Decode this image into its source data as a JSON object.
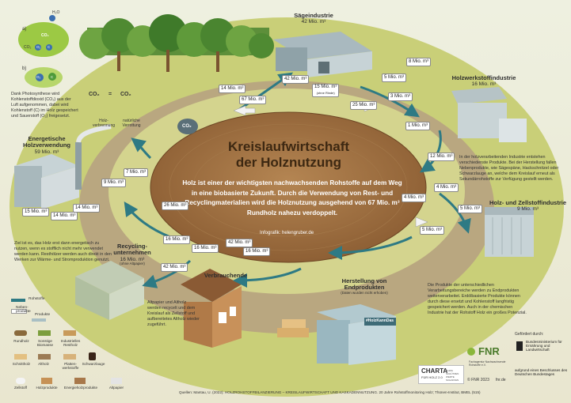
{
  "colors": {
    "arrow": "#2e7a84",
    "center": "#9b6c3e",
    "ring": "#b9a780",
    "grass": "#c9cf78"
  },
  "title": {
    "line1": "Kreislaufwirtschaft",
    "line2": "der Holznutzung"
  },
  "body": {
    "text": "Holz ist einer der wichtigsten nachwachsenden Rohstoffe auf dem Weg in eine biobasierte Zukunft. Durch die Verwendung von Rest- und Recyclingmaterialien wird die Holznutzung ausgehend von 67 Mio. m³ Rundholz nahezu verdoppelt."
  },
  "credit": "Infografik: helengruber.de",
  "photosynthesis": {
    "note": "Dank Photosynthese wird Kohlenstoffdioxid (CO₂) aus der Luft aufgenommen, dabei wird Kohlenstoff (C) im Holz gespeichert und Sauerstoff (O₂) freigesetzt.",
    "label_a": "a)",
    "label_b": "b)",
    "h2o": "H₂O",
    "co2": "CO₂",
    "o2": "O₂",
    "c": "C",
    "formula_left": "CO₂",
    "formula_eq": "=",
    "formula_right": "CO₂",
    "burn": "Holz-verbrennung",
    "rot": "natürliche Verrottung",
    "co2_center": "CO₂"
  },
  "nodes": {
    "saege": {
      "name": "Sägeindustrie",
      "value": "42 Mio. m³"
    },
    "holzwerkstoff": {
      "name": "Holzwerkstoffindustrie",
      "value": "16 Mio. m³"
    },
    "zellstoff": {
      "name": "Holz- und Zellstoffindustrie",
      "value": "9 Mio. m³"
    },
    "endprodukte": {
      "name": "Herstellung von Endprodukten",
      "note": "(Daten wurden nicht erhoben)"
    },
    "verbraucher": {
      "name": "Verbrauchende"
    },
    "recycling": {
      "name": "Recycling-unternehmen",
      "value": "16 Mio. m³",
      "note": "(ohne Altpapier)"
    },
    "energie": {
      "name": "Energetische Holzverwendung",
      "value": "59 Mio. m³"
    }
  },
  "descriptions": {
    "holzwerkstoff": "In der holzverarbeitenden Industrie entstehen verschiedenste Produkte. Bei der Herstellung fallen Nebenprodukte, wie Sägespäne, Hackschnitzel oder Schwarzlauge an, welche dem Kreislauf erneut als Sekundärrohstoffe zur Verfügung gestellt werden.",
    "endprodukte": "Die Produkte der unterschiedlichen Verarbeitungsbereiche werden zu Endprodukten weiterverarbeitet. Erdölbasierte Produkte können durch diese ersetzt und Kohlenstoff langfristig gespeichert werden. Auch in der chemischen Industrie hat der Rohstoff Holz ein großes Potenzial.",
    "energie": "Ziel ist es, das Holz erst dann energetisch zu nutzen, wenn es stofflich nicht mehr verwendet werden kann. Resthölzer werden auch direkt in den Werken zur Wärme- und Stromproduktion genutzt.",
    "recycling": "Altpapier und Altholz werden recycelt und dem Kreislauf als Zellstoff und aufbereitetes Altholz wieder zugeführt."
  },
  "flows": [
    {
      "value": "14 Mio. m³",
      "note": ""
    },
    {
      "value": "67 Mio. m³",
      "note": ""
    },
    {
      "value": "42 Mio. m³",
      "note": ""
    },
    {
      "value": "15 Mio. m³",
      "note": "(ohne Rinde)"
    },
    {
      "value": "5 Mio. m³",
      "note": ""
    },
    {
      "value": "8 Mio. m³",
      "note": ""
    },
    {
      "value": "25 Mio. m³",
      "note": ""
    },
    {
      "value": "3 Mio. m³",
      "note": ""
    },
    {
      "value": "1 Mio. m³",
      "note": ""
    },
    {
      "value": "12 Mio. m³",
      "note": ""
    },
    {
      "value": "4 Mio. m³",
      "note": ""
    },
    {
      "value": "4 Mio. m³",
      "note": ""
    },
    {
      "value": "5 Mio. m³",
      "note": ""
    },
    {
      "value": "5 Mio. m³",
      "note": ""
    },
    {
      "value": "7 Mio. m³",
      "note": ""
    },
    {
      "value": "9 Mio. m³",
      "note": ""
    },
    {
      "value": "14 Mio. m³",
      "note": ""
    },
    {
      "value": "15 Mio. m³",
      "note": ""
    },
    {
      "value": "14 Mio. m³",
      "note": ""
    },
    {
      "value": "16 Mio. m³",
      "note": ""
    },
    {
      "value": "26 Mio. m³",
      "note": ""
    },
    {
      "value": "16 Mio. m³",
      "note": ""
    },
    {
      "value": "42 Mio. m³",
      "note": ""
    },
    {
      "value": "16 Mio. m³",
      "note": ""
    },
    {
      "value": "42 Mio. m³",
      "note": ""
    }
  ],
  "legend": {
    "items": [
      "Rohstoffe",
      "Neben-produkte",
      "Produkte",
      "Rundholz",
      "Sonstige Biomasse",
      "Industrielles Restholz",
      "Schnittholz",
      "Altholz",
      "Platten-werkstoffe",
      "Schwarzlauge",
      "Zellstoff",
      "Holzprodukte",
      "Energieholzprodukte",
      "Altpapier"
    ]
  },
  "footer": {
    "source": "Quellen: Mantau, U. (2022): HOLZROHSTOFFBILANZIERUNG – KREISLAUFWIRTSCHAFT UND KASKADENNUTZUNG. 20 Jahre Rohstoffmonitoring Holz; Thünen-Institut, BMEL (515)",
    "fnr": "FNR",
    "fnr_sub": "Fachagentur Nachwachsende Rohstoffe e.V.",
    "copyright": "© FNR 2023",
    "url": "fnr.de",
    "charta": "CHARTA",
    "charta_sub": "FÜR HOLZ 2.0",
    "charta_side": "KLIMA SCHÜTZEN WERTE SCHAFFEN",
    "gefoerdert": "Gefördert durch:",
    "ministry": "Bundesministerium für Ernährung und Landwirtschaft",
    "beschluss": "aufgrund eines Beschlusses des Deutschen Bundestages",
    "shop_sign": "#HolzKannDas"
  }
}
